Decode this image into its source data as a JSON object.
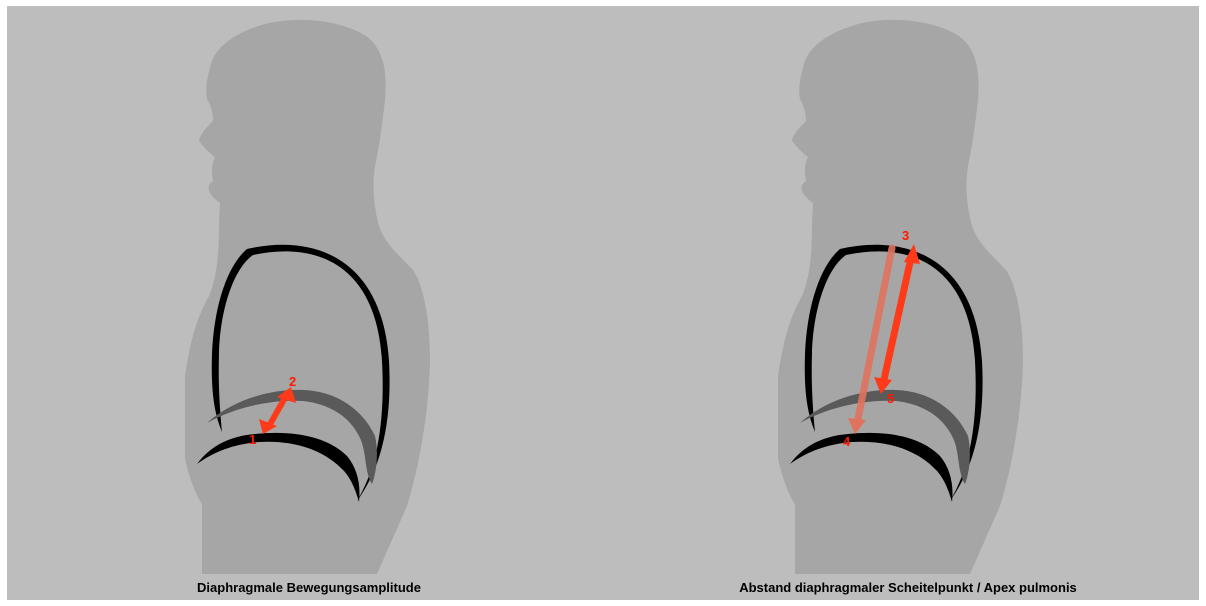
{
  "panels": [
    {
      "caption": "Diaphragmale Bewegungsamplitude",
      "markers": [
        "1",
        "2"
      ]
    },
    {
      "caption": "Abstand diaphragmaler Scheitelpunkt / Apex pulmonis",
      "markers": [
        "3",
        "4",
        "5"
      ]
    }
  ],
  "colors": {
    "background": "#bdbdbd",
    "silhouette": "#a6a6a6",
    "outline": "#000000",
    "arrow": "#ff3a1a",
    "arrow_faded": "#e0735e",
    "marker": "#ff1a00"
  }
}
